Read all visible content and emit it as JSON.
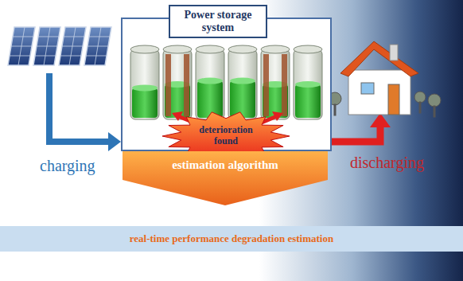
{
  "diagram": {
    "nodes": [
      {
        "text": [
          "Power storage system"
        ]
      },
      {
        "text": [
          "deterioration found"
        ],
        "in": 0
      },
      {
        "text": [
          "estimation algorithm"
        ]
      },
      {
        "text": [
          "real-time performance degradation estimation"
        ]
      }
    ],
    "labels": [
      "charging",
      "discharging"
    ]
  }
}
